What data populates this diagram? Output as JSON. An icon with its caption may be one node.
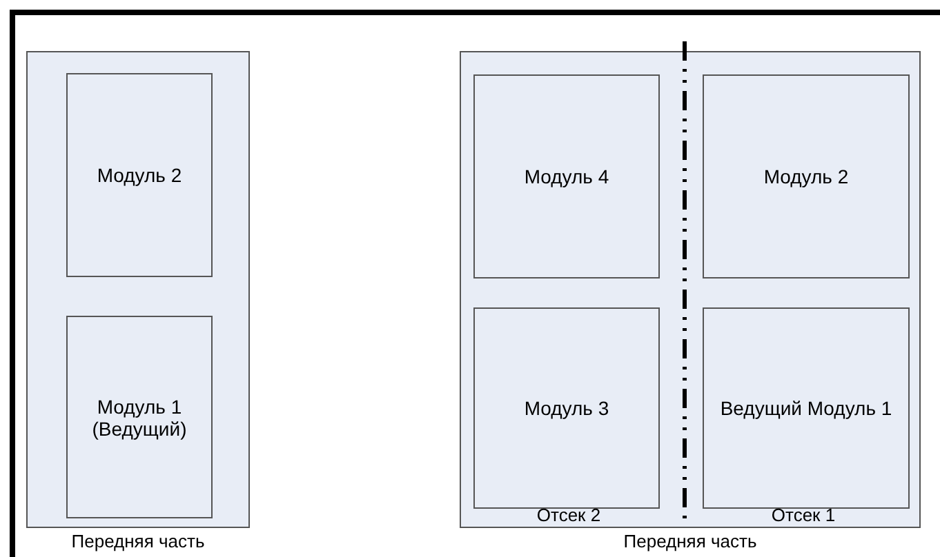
{
  "diagram": {
    "nodes": [
      {
        "text": [],
        "shape": "box",
        "beside": [
          "Передняя часть"
        ]
      },
      {
        "text": [
          "Модуль 2"
        ],
        "in": 0
      },
      {
        "text": [
          "Модуль 1 (Ведущий)"
        ],
        "in": 0
      },
      {
        "text": [],
        "shape": "box",
        "beside": [
          "Передняя часть"
        ]
      },
      {
        "text": [
          "Модуль 4"
        ],
        "in": 3
      },
      {
        "text": [
          "Модуль 2"
        ],
        "in": 3
      },
      {
        "text": [
          "Модуль 3"
        ],
        "in": 3
      },
      {
        "text": [
          "Ведущий Модуль 1"
        ],
        "in": 3
      }
    ],
    "edges": [],
    "labels": [
      "Отсек 2",
      "Отсек 1"
    ]
  }
}
